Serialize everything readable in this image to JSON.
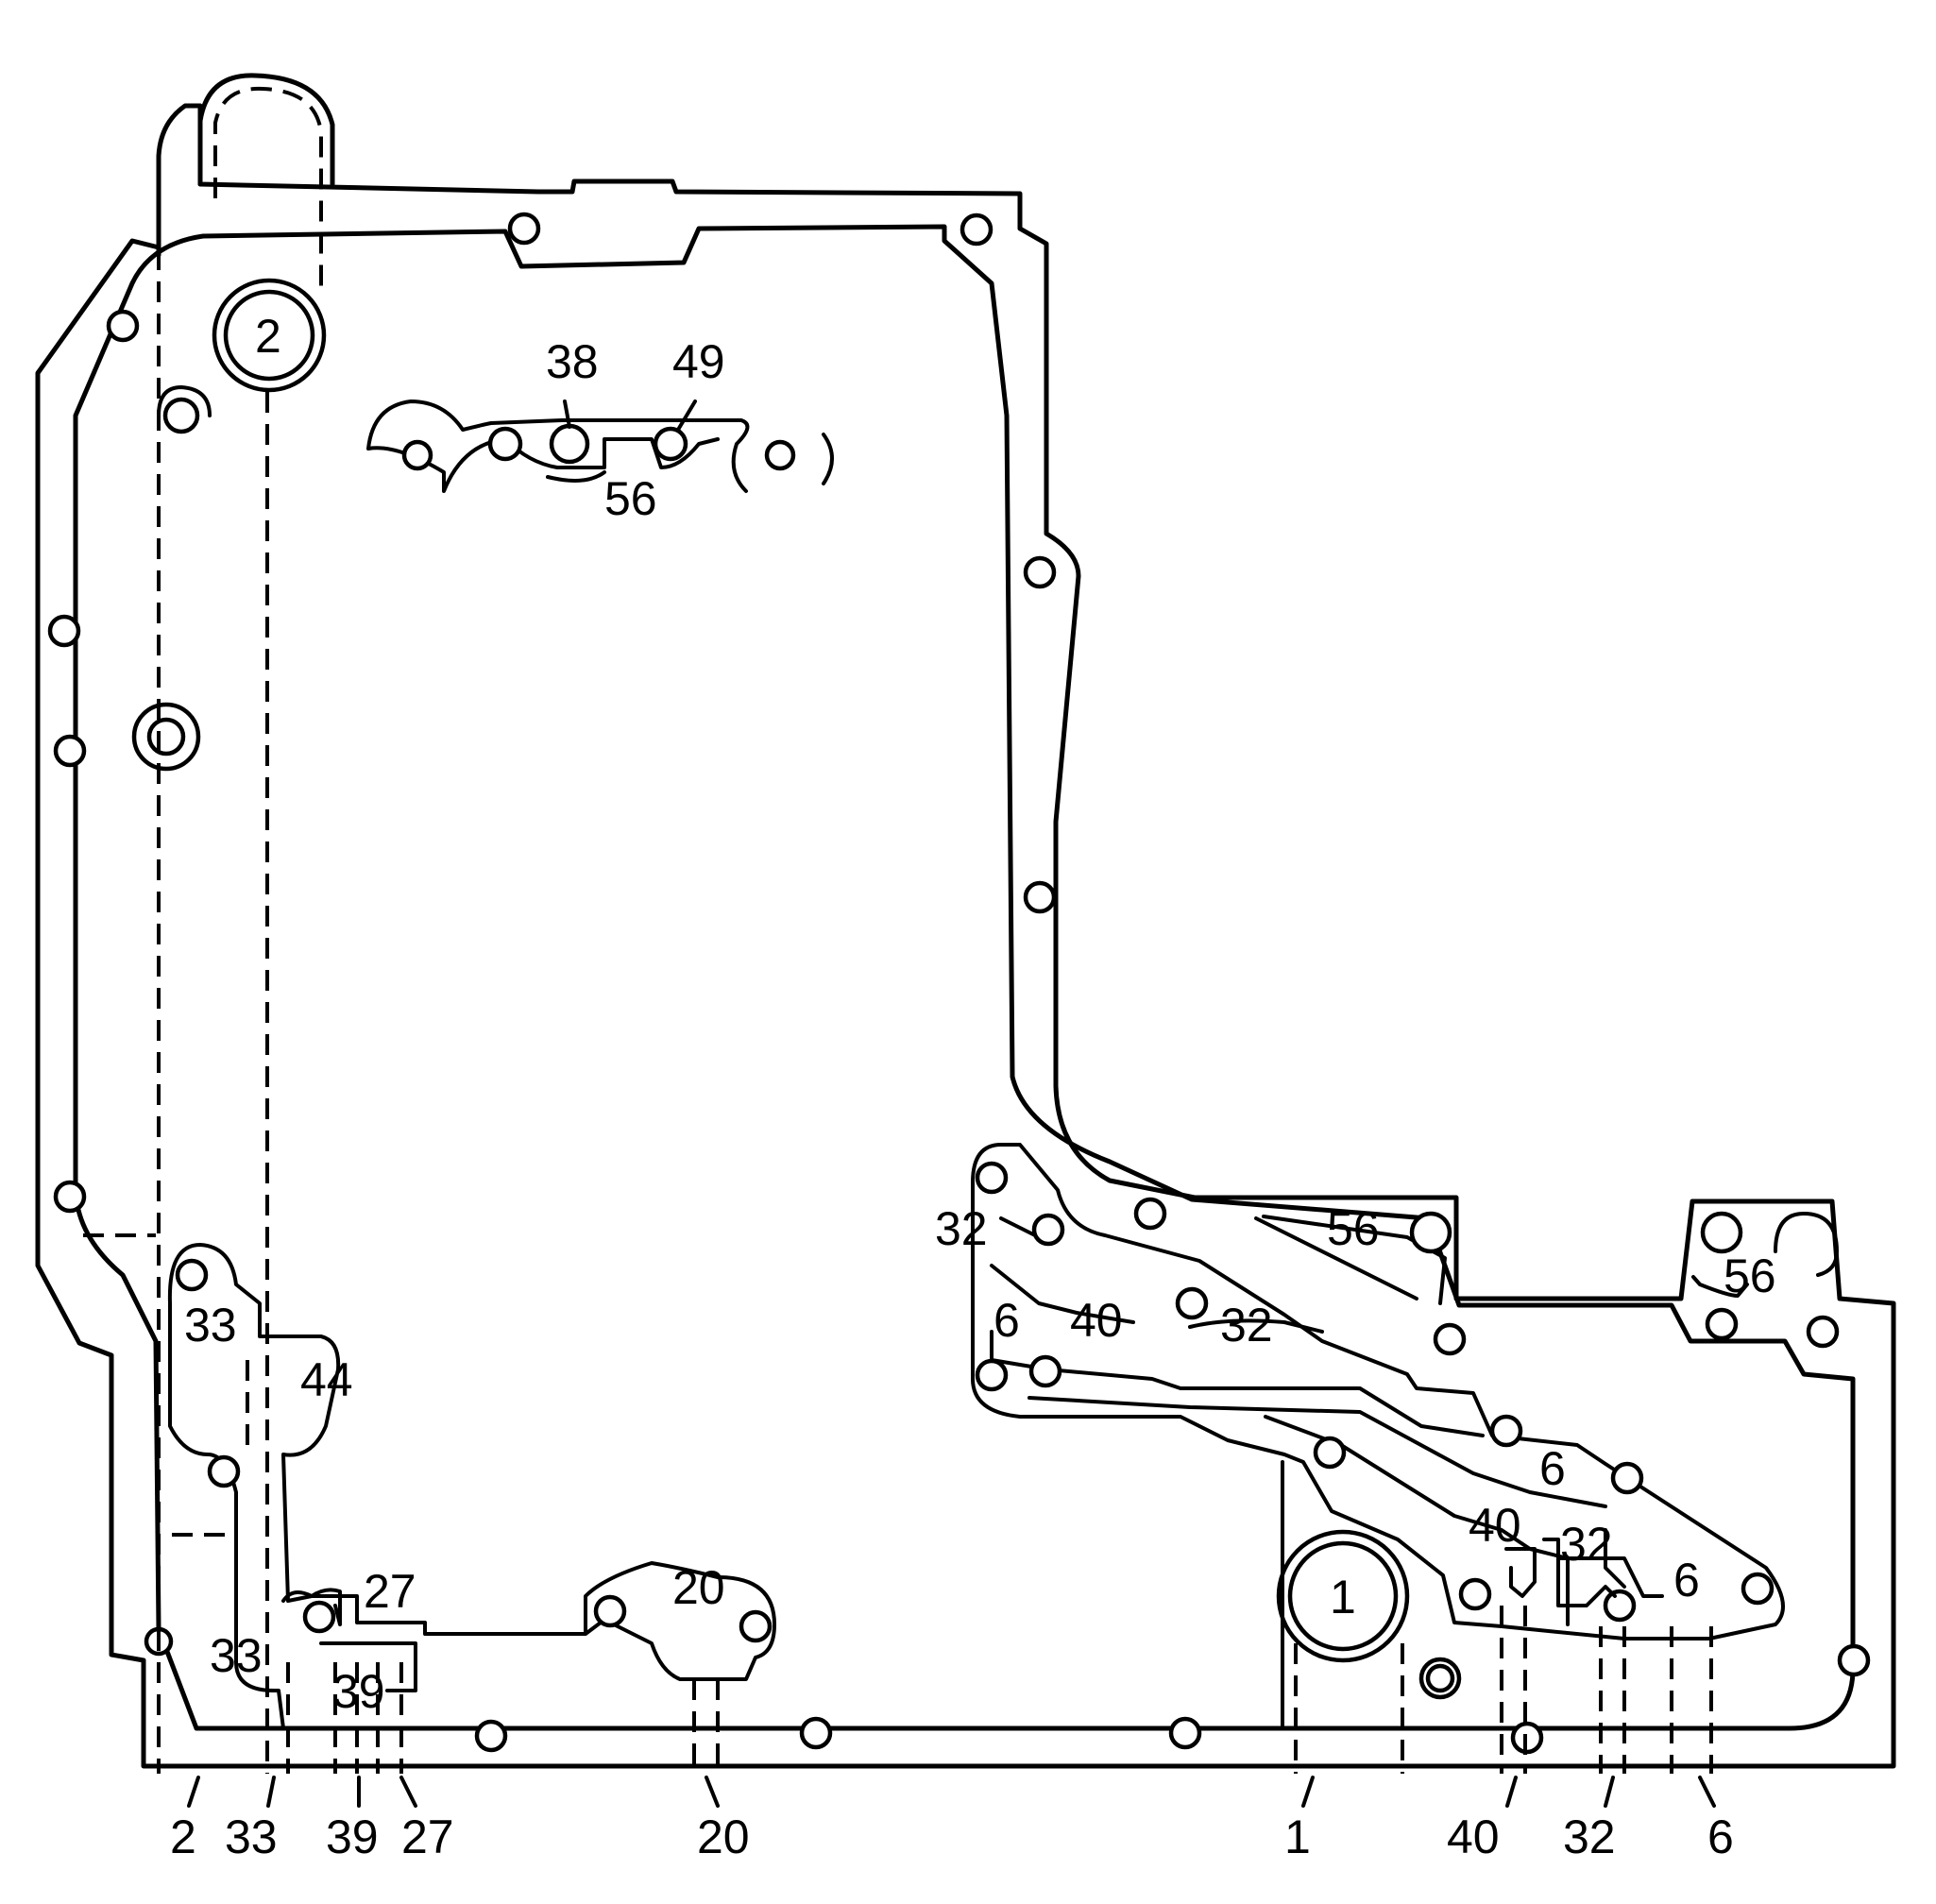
{
  "diagram": {
    "callouts_inner": {
      "c38": "38",
      "c49": "49",
      "c56_top": "56",
      "c2_circle": "2",
      "c1_circle": "1",
      "c33_upper": "33",
      "c44": "44",
      "c27": "27",
      "c20": "20",
      "c33_lower": "33",
      "c39": "39",
      "c32_left": "32",
      "c6_left": "6",
      "c40_left": "40",
      "c32_mid": "32",
      "c56_right1": "56",
      "c56_right2": "56",
      "c6_mid": "6",
      "c40_right": "40",
      "c32_right": "32",
      "c6_right": "6"
    },
    "callouts_bottom": {
      "b2": "2",
      "b33": "33",
      "b39": "39",
      "b27": "27",
      "b20": "20",
      "b1": "1",
      "b40": "40",
      "b32": "32",
      "b6": "6"
    }
  }
}
